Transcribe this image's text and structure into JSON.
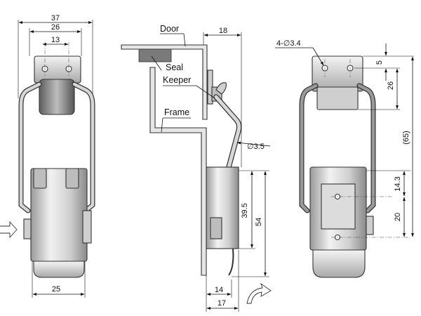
{
  "views": {
    "front": {
      "dim_overall_width": "37",
      "dim_plate_width": "26",
      "dim_hole_spacing": "13",
      "dim_bottom_width": "25"
    },
    "side": {
      "label_door": "Door",
      "label_seal": "Seal",
      "label_keeper": "Keeper",
      "label_frame": "Frame",
      "dim_offset": "18",
      "dim_wire": "∅3.5",
      "dim_height_short": "39.5",
      "dim_height_long": "54",
      "dim_base_a": "14",
      "dim_base_b": "17"
    },
    "back": {
      "dim_holes": "4-∅3.4",
      "dim_top": "5",
      "dim_keeper_height": "26",
      "dim_total": "(65)",
      "dim_mid": "14.3",
      "dim_lower": "20"
    }
  },
  "colors": {
    "metal": "#d9d9d9",
    "metal_dark": "#8c8c8c",
    "seal": "#7a7a7a",
    "line": "#111111"
  },
  "icons": {
    "direction_arrow": "open-arrow-icon",
    "rotate_arrow": "rotate-arrow-icon"
  }
}
